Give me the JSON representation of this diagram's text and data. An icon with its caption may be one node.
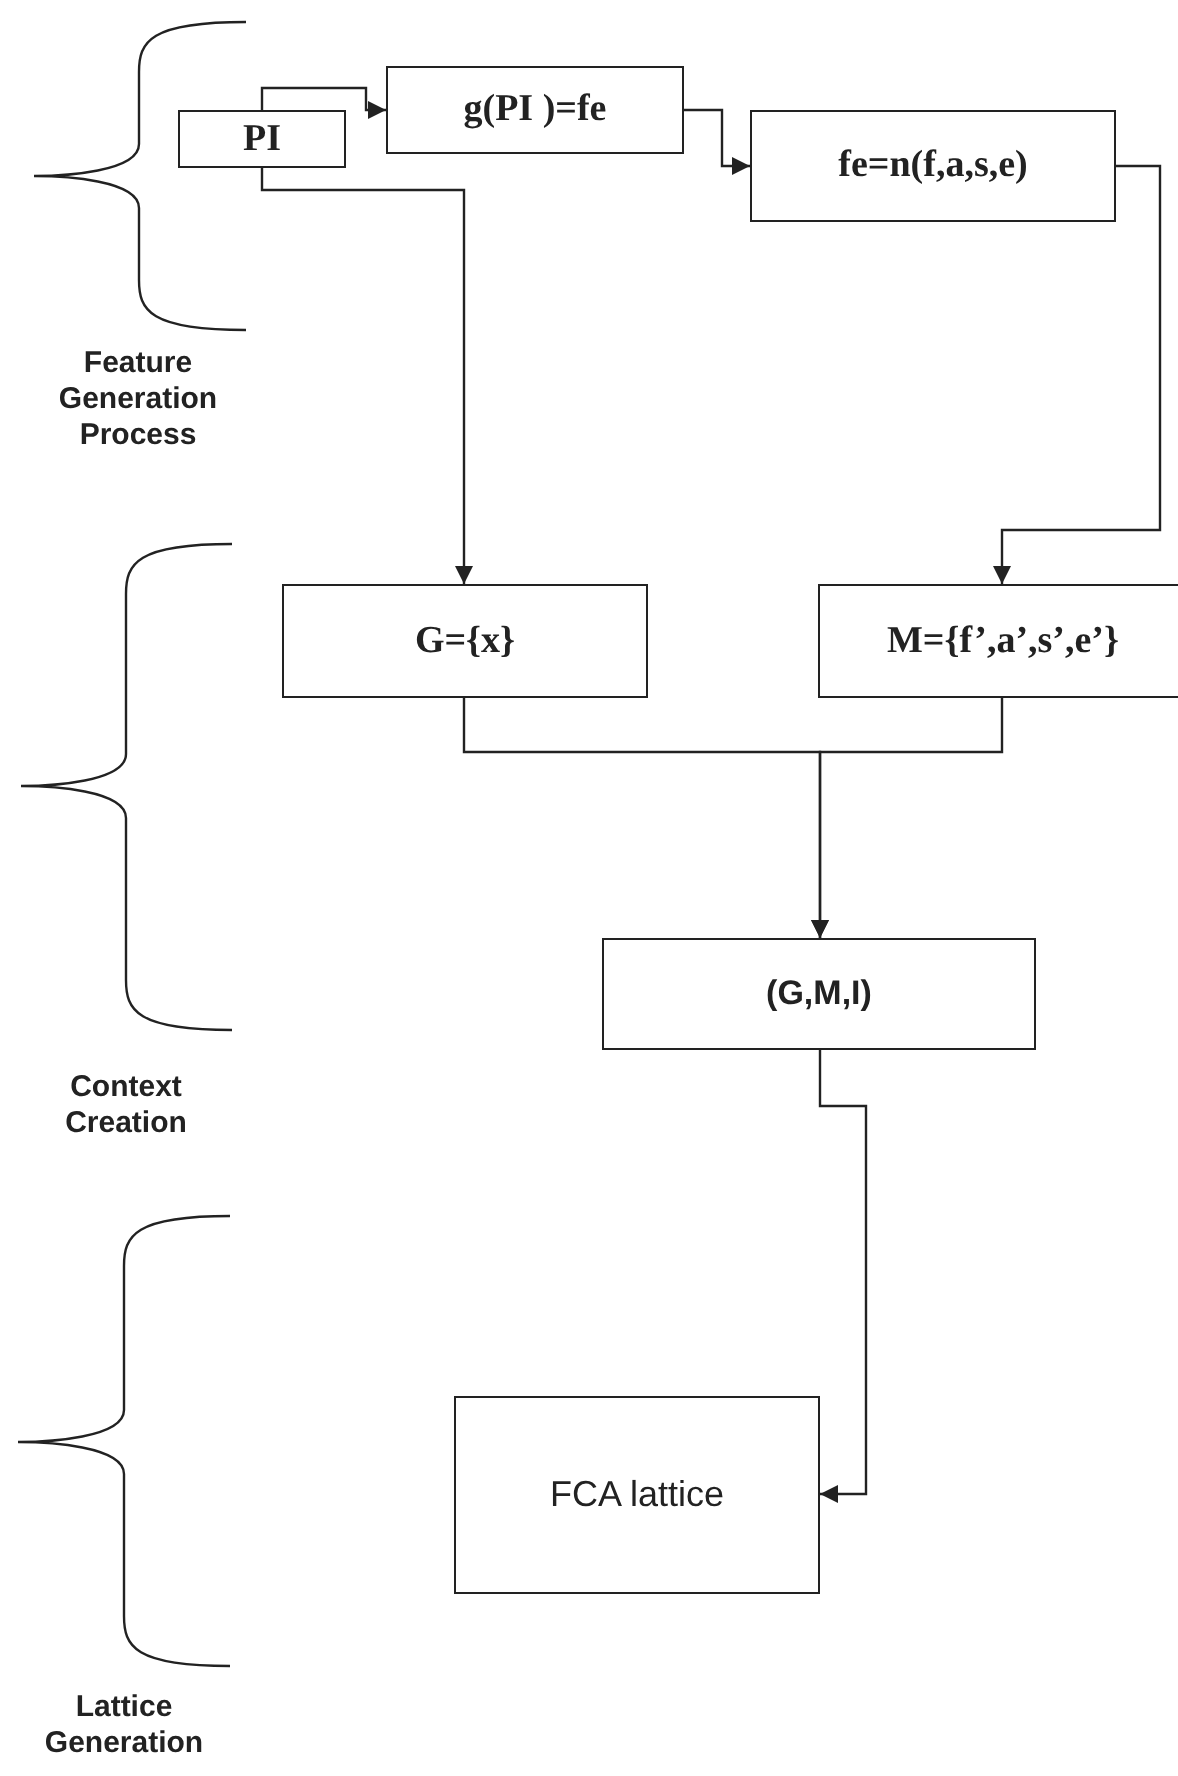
{
  "diagram": {
    "nodes": [
      {
        "text": [
          "PI"
        ]
      },
      {
        "text": [
          "g(PI )=fe"
        ]
      },
      {
        "text": [
          "fe=n(f,a,s,e)"
        ]
      },
      {
        "text": [
          "G={x}"
        ]
      },
      {
        "text": [
          "M={f’,a’,s’,e’}"
        ]
      },
      {
        "text": [
          "(G,M,I)"
        ]
      },
      {
        "text": [
          "FCA lattice"
        ]
      }
    ],
    "edges": [
      {
        "from": 0,
        "to": 1,
        "arrow": "to"
      },
      {
        "from": 1,
        "to": 2,
        "arrow": "to"
      },
      {
        "from": 2,
        "to": 4,
        "arrow": "to"
      },
      {
        "from": 0,
        "to": 3,
        "arrow": "to"
      },
      {
        "from": 3,
        "to": 5,
        "arrow": "to"
      },
      {
        "from": 4,
        "to": 5,
        "arrow": "to"
      },
      {
        "from": 5,
        "to": 6,
        "arrow": "to"
      }
    ],
    "labels": [
      "Feature Generation Process",
      "Context Creation",
      "Lattice Generation"
    ]
  }
}
